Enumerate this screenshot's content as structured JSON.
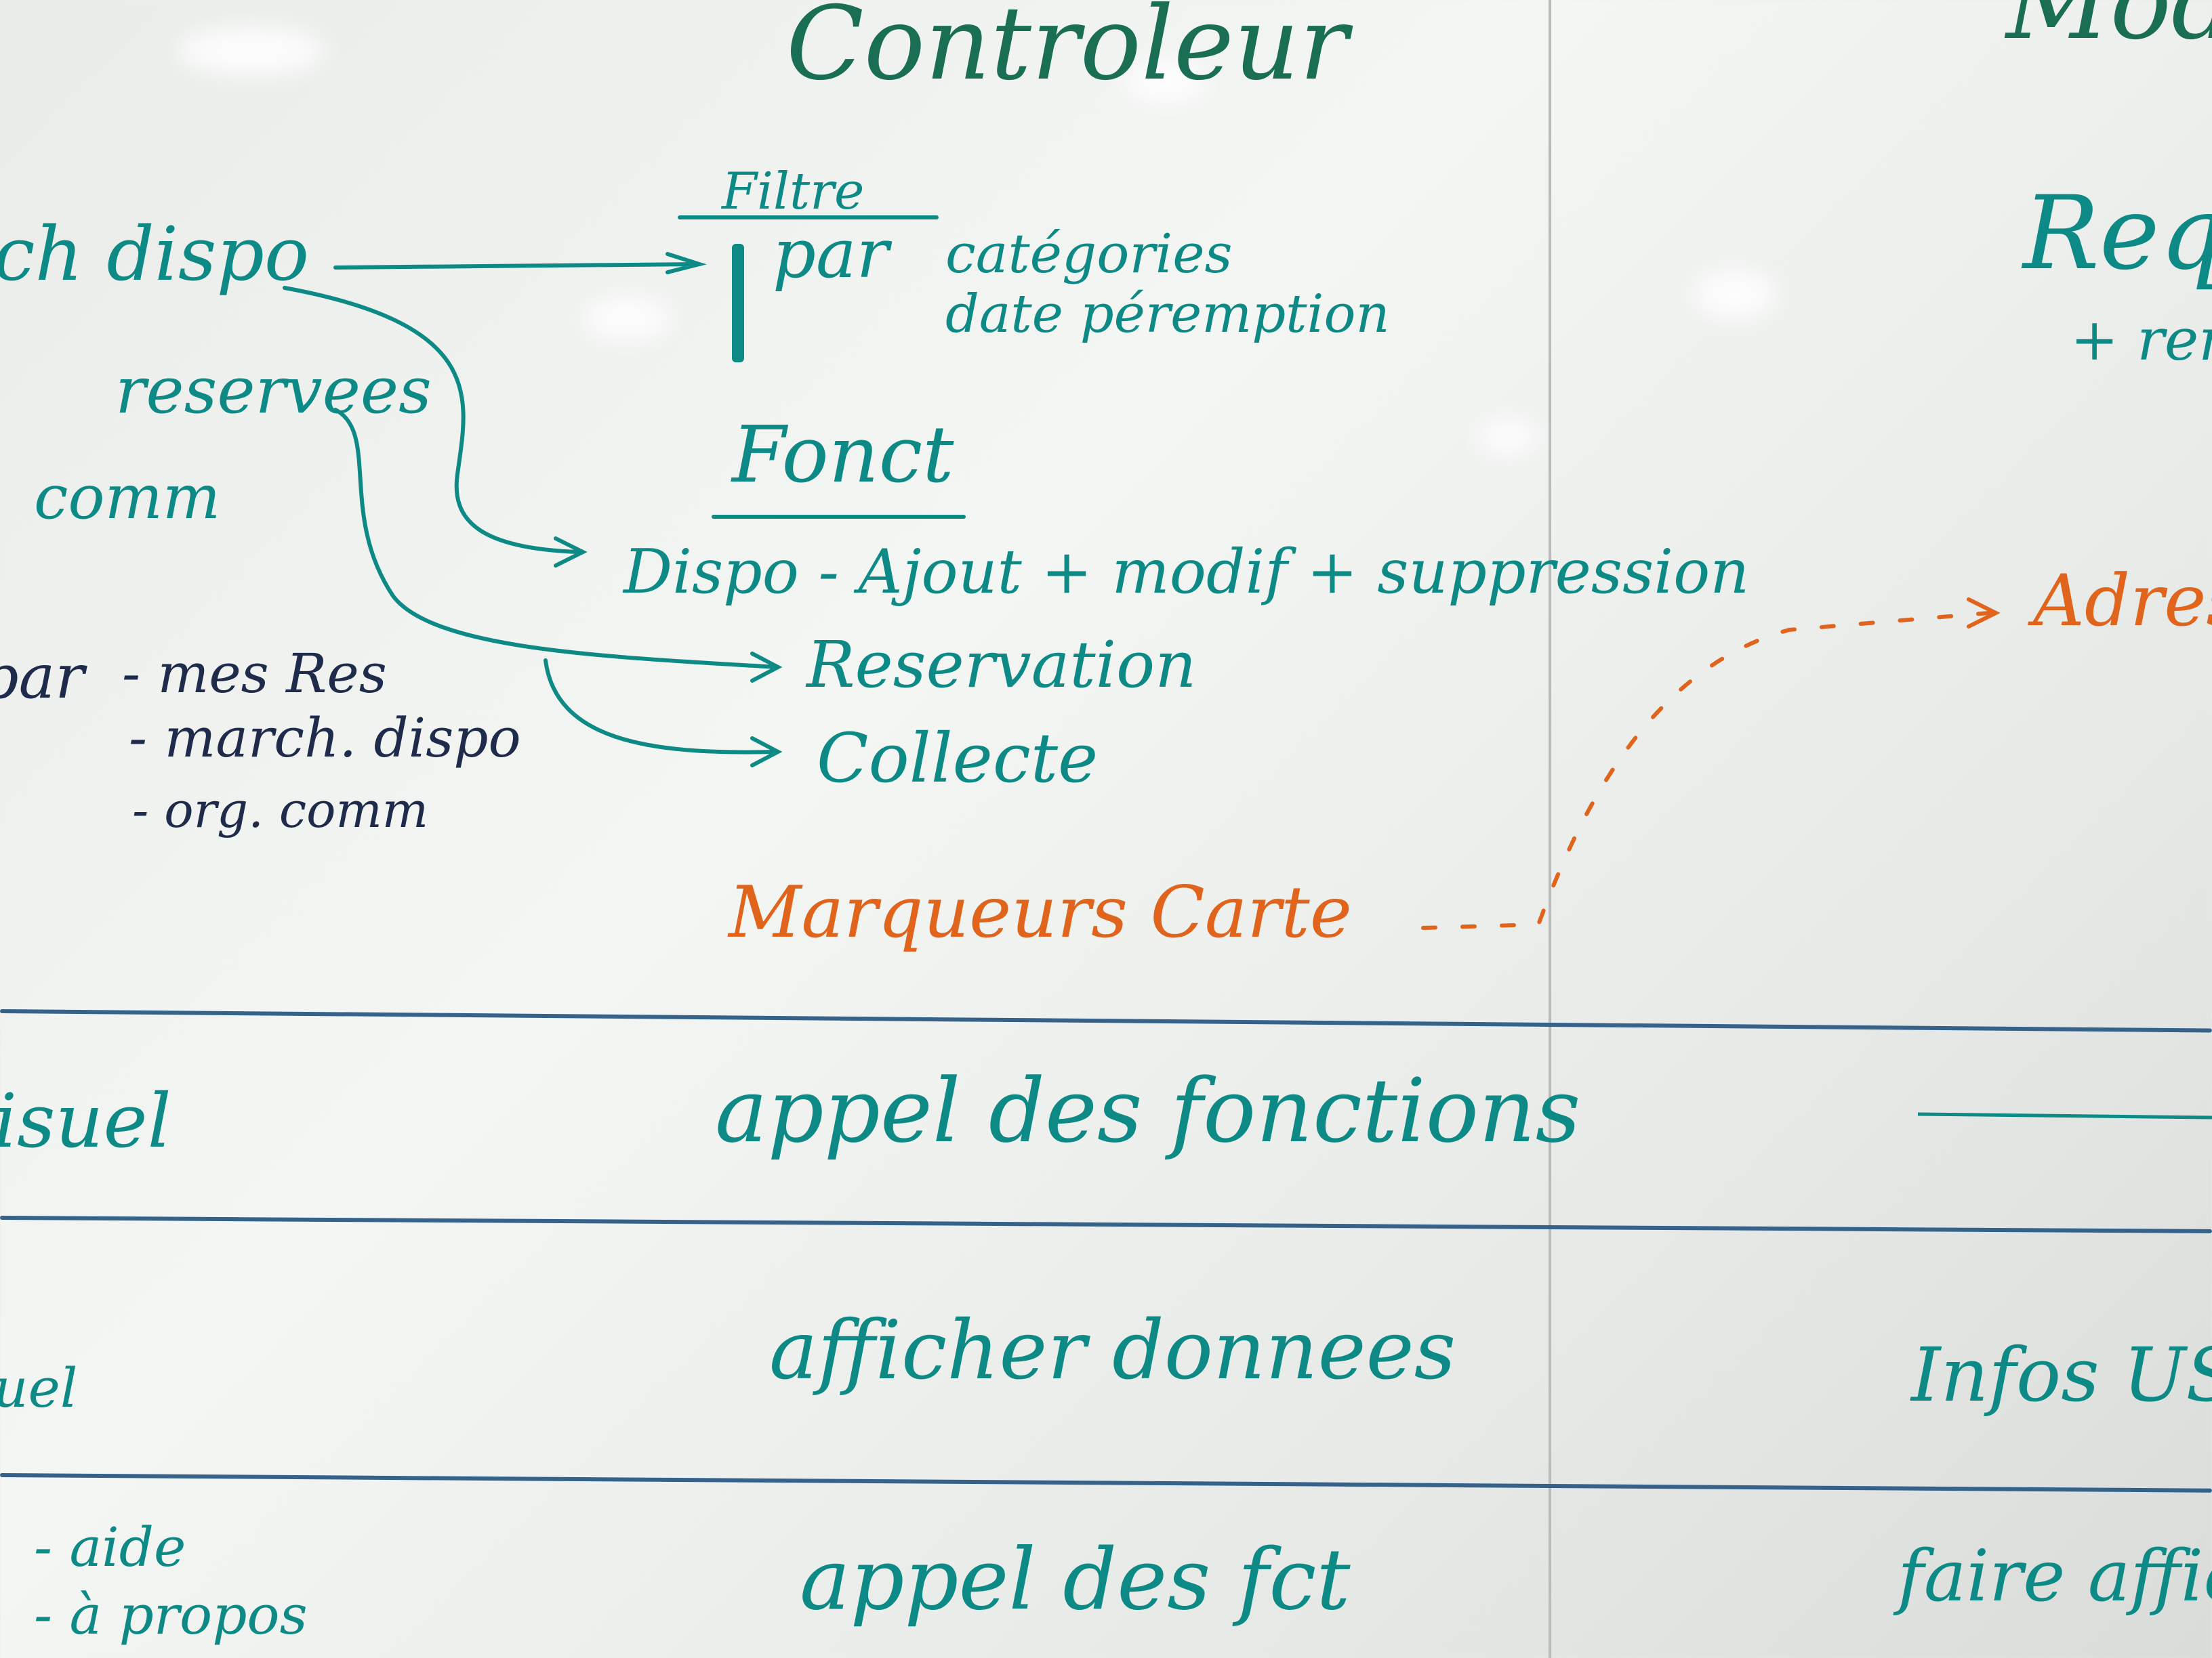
{
  "columns": {
    "controller_title": "Controleur",
    "model_title_partial": "Mode"
  },
  "top_section": {
    "left_items": [
      "ch dispo",
      "reservees",
      "comm"
    ],
    "filter_heading": "Filtre",
    "filter_by": "par",
    "filter_criteria": [
      "catégories",
      "date péremption"
    ],
    "functions_heading": "Fonct",
    "functions": [
      "Dispo - Ajout + modif + suppression",
      "Reservation",
      "Collecte"
    ],
    "left_list_prefix": "par",
    "left_list": [
      "- mes Res",
      "- march. dispo",
      "- org. comm"
    ],
    "map_markers": "Marqueurs Carte",
    "model_request": "Requ",
    "model_request_sub": "+ ren",
    "model_address": "Adress"
  },
  "rows": [
    {
      "left": "isuel",
      "controller": "appel des fonctions",
      "model": ""
    },
    {
      "left": "uel",
      "controller": "afficher donnees",
      "model": "Infos USR"
    },
    {
      "left_items": [
        "- aide",
        "- à propos"
      ],
      "controller": "appel des fct",
      "model": "faire affich"
    }
  ],
  "colors": {
    "teal_marker": "#0e8a86",
    "green_marker": "#1a6e54",
    "navy_marker": "#1e2b4a",
    "orange_marker": "#e0641c",
    "line_blue": "#35628a"
  }
}
